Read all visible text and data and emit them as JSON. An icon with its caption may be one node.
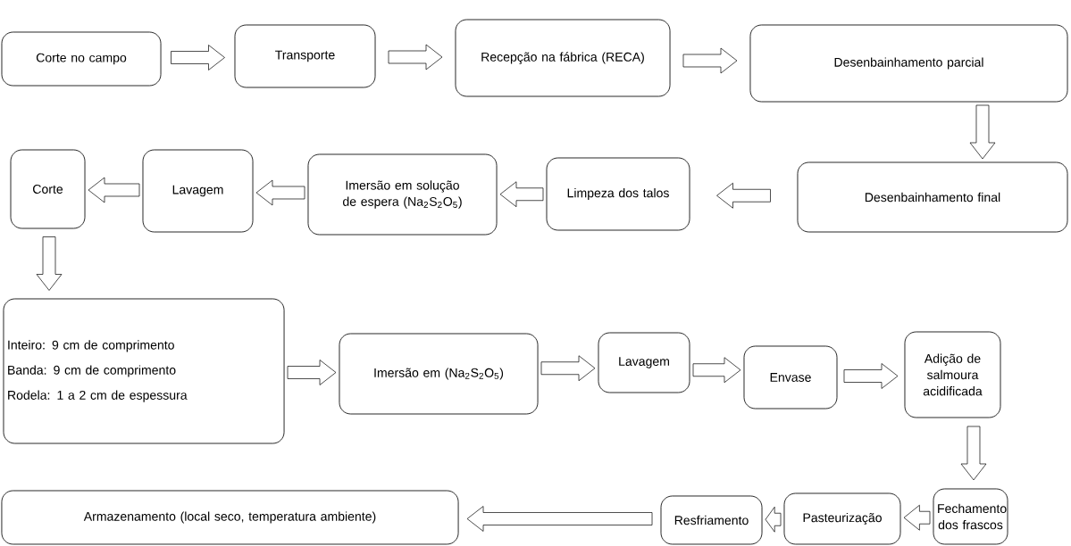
{
  "diagram": {
    "nodes": [
      {
        "text": [
          "Corte no campo"
        ]
      },
      {
        "text": [
          "Transporte"
        ]
      },
      {
        "text": [
          "Recepção na fábrica (RECA)"
        ]
      },
      {
        "text": [
          "Desenbainhamento parcial"
        ]
      },
      {
        "text": [
          "Desenbainhamento final"
        ]
      },
      {
        "text": [
          "Limpeza dos talos"
        ]
      },
      {
        "text": [
          "Imersão em solução de espera (Na$_{2}$S$_{2}$O$_{5}$)"
        ]
      },
      {
        "text": [
          "Lavagem"
        ]
      },
      {
        "text": [
          "Corte"
        ]
      },
      {
        "text": [
          "Inteiro: 9 cm de comprimento",
          "Banda: 9 cm de comprimento",
          "Rodela: 1 a 2 cm de espessura"
        ]
      },
      {
        "text": [
          "Imersão em (Na$_{2}$S$_{2}$O$_{5}$)"
        ]
      },
      {
        "text": [
          "Lavagem"
        ]
      },
      {
        "text": [
          "Envase"
        ]
      },
      {
        "text": [
          "Adição de salmoura acidificada"
        ]
      },
      {
        "text": [
          "Fechamento dos frascos"
        ]
      },
      {
        "text": [
          "Pasteurização"
        ]
      },
      {
        "text": [
          "Resfriamento"
        ]
      },
      {
        "text": [
          "Armazenamento (local seco, temperatura ambiente)"
        ]
      }
    ],
    "edges": [
      {
        "from": 0,
        "to": 1,
        "arrow": "to"
      },
      {
        "from": 1,
        "to": 2,
        "arrow": "to"
      },
      {
        "from": 2,
        "to": 3,
        "arrow": "to"
      },
      {
        "from": 3,
        "to": 4,
        "arrow": "to"
      },
      {
        "from": 4,
        "to": 5,
        "arrow": "to"
      },
      {
        "from": 5,
        "to": 6,
        "arrow": "to"
      },
      {
        "from": 6,
        "to": 7,
        "arrow": "to"
      },
      {
        "from": 7,
        "to": 8,
        "arrow": "to"
      },
      {
        "from": 8,
        "to": 9,
        "arrow": "to"
      },
      {
        "from": 9,
        "to": 10,
        "arrow": "to"
      },
      {
        "from": 10,
        "to": 11,
        "arrow": "to"
      },
      {
        "from": 11,
        "to": 12,
        "arrow": "to"
      },
      {
        "from": 12,
        "to": 13,
        "arrow": "to"
      },
      {
        "from": 13,
        "to": 14,
        "arrow": "to"
      },
      {
        "from": 14,
        "to": 15,
        "arrow": "to"
      },
      {
        "from": 15,
        "to": 16,
        "arrow": "to"
      },
      {
        "from": 16,
        "to": 17,
        "arrow": "to"
      }
    ]
  }
}
